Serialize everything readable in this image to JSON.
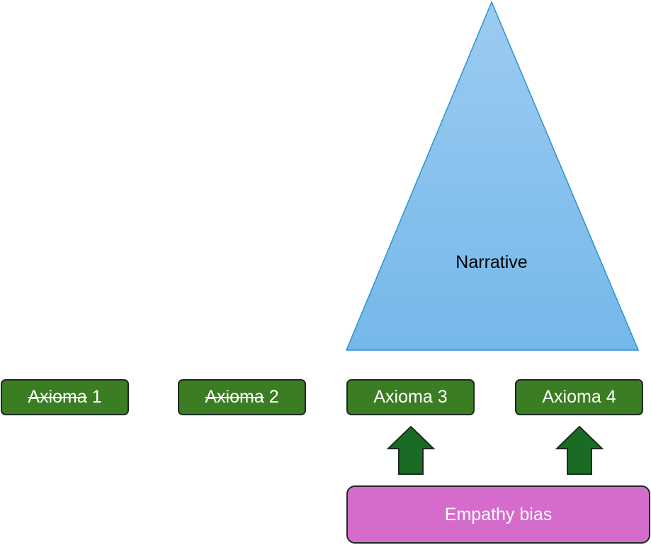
{
  "colors": {
    "axiom_fill": "#3b7d23",
    "box_border": "#1d2a22",
    "arrow_fill": "#1a6b24",
    "empathy_fill": "#d56ccb",
    "triangle_top": "#9dcbf0",
    "triangle_bottom": "#74b8ea",
    "triangle_stroke": "#2a93d0"
  },
  "narrative": {
    "label": "Narrative"
  },
  "axioms": [
    {
      "word": "Axioma",
      "number": "1",
      "struck": true
    },
    {
      "word": "Axioma",
      "number": "2",
      "struck": true
    },
    {
      "word": "Axioma",
      "number": "3",
      "struck": false
    },
    {
      "word": "Axioma",
      "number": "4",
      "struck": false
    }
  ],
  "arrows": [
    {
      "icon": "up-arrow-icon",
      "from": "Empathy bias",
      "to": "Axioma 3"
    },
    {
      "icon": "up-arrow-icon",
      "from": "Empathy bias",
      "to": "Axioma 4"
    }
  ],
  "empathy": {
    "label": "Empathy bias"
  }
}
